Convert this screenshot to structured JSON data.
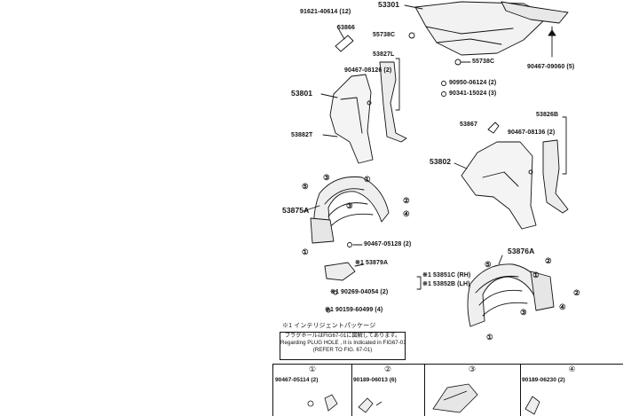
{
  "labels": {
    "p53301": "53301",
    "p91621": "91621-40614 (12)",
    "p53866": "53866",
    "p55738": "55738C",
    "p53827L": "53827L",
    "p90467a": "90467-08126 (2)",
    "p55738b": "55738C",
    "p90467b": "90467-09060 (5)",
    "p53801": "53801",
    "p90950": "90950-06124 (2)",
    "p90341": "90341-15024 (3)",
    "p53882T": "53882T",
    "p53867": "53867",
    "p53826B": "53826B",
    "p90467c": "90467-08136 (2)",
    "p53802": "53802",
    "p53875A": "53875A",
    "p90467d": "90467-05128 (2)",
    "p53879A": "※1 53879A",
    "p53851": "※1 53851C (RH)",
    "p53852": "※1 53852B (LH)",
    "p90269": "※1 90269-04054 (2)",
    "p90159": "※1 90159-60499 (4)",
    "p53876A": "53876A"
  },
  "circled": {
    "c1": "①",
    "c2": "②",
    "c3": "③",
    "c4": "④",
    "c5": "⑤"
  },
  "note": {
    "jp_title": "※1 インテリジェントパッケージ",
    "line1": "プラグホールはFIG67-01に図解してあります。",
    "line2": "Regarding PLUG HOLE , It is Indicated in FIG67-01",
    "line3": "(REFER TO FIG. 67-01)"
  },
  "table": [
    {
      "num": "①",
      "part": "90467-05114 (2)"
    },
    {
      "num": "②",
      "part": "90189-06013 (6)"
    },
    {
      "num": "③",
      "part": ""
    },
    {
      "num": "④",
      "part": "90189-06230 (2)"
    }
  ]
}
